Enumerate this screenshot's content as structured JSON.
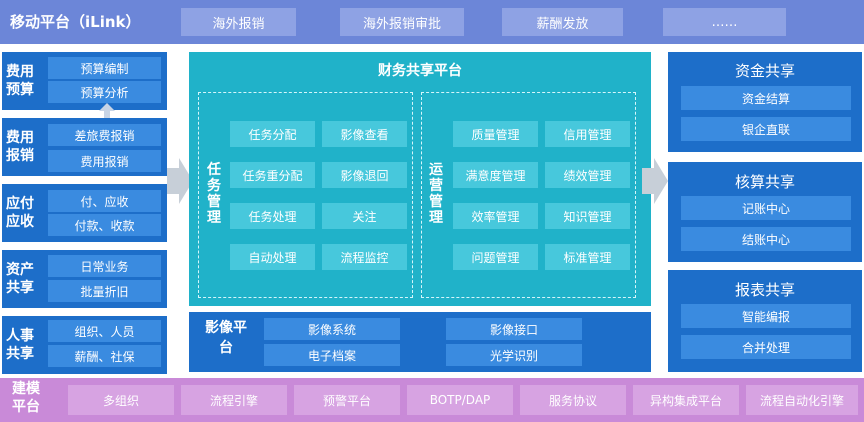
{
  "top": {
    "title": "移动平台（iLink）",
    "items": [
      "海外报销",
      "海外报销审批",
      "薪酬发放",
      "……"
    ]
  },
  "left": [
    {
      "label": "费用预算",
      "items": [
        "预算编制",
        "预算分析"
      ]
    },
    {
      "label": "费用报销",
      "items": [
        "差旅费报销",
        "费用报销"
      ]
    },
    {
      "label": "应付应收",
      "items": [
        "付、应收",
        "付款、收款"
      ]
    },
    {
      "label": "资产共享",
      "items": [
        "日常业务",
        "批量折旧"
      ]
    },
    {
      "label": "人事共享",
      "items": [
        "组织、人员",
        "薪酬、社保"
      ]
    }
  ],
  "center": {
    "title": "财务共享平台",
    "task": {
      "label": "任务管理",
      "items": [
        "任务分配",
        "影像查看",
        "任务重分配",
        "影像退回",
        "任务处理",
        "关注",
        "自动处理",
        "流程监控"
      ]
    },
    "ops": {
      "label": "运营管理",
      "items": [
        "质量管理",
        "信用管理",
        "满意度管理",
        "绩效管理",
        "效率管理",
        "知识管理",
        "问题管理",
        "标准管理"
      ]
    }
  },
  "image_platform": {
    "label": "影像平台",
    "items": [
      "影像系统",
      "影像接口",
      "电子档案",
      "光学识别"
    ]
  },
  "right": [
    {
      "title": "资金共享",
      "items": [
        "资金结算",
        "银企直联"
      ]
    },
    {
      "title": "核算共享",
      "items": [
        "记账中心",
        "结账中心"
      ]
    },
    {
      "title": "报表共享",
      "items": [
        "智能编报",
        "合并处理"
      ]
    }
  ],
  "bottom": {
    "label": "建模平台",
    "items": [
      "多组织",
      "流程引擎",
      "预警平台",
      "BOTP/DAP",
      "服务协议",
      "异构集成平台",
      "流程自动化引擎"
    ]
  },
  "colors": {
    "top_bar": "#6c86d8",
    "blue_block": "#1d6ec9",
    "center_panel": "#20b2c9",
    "bottom_bar": "#c98ad8"
  }
}
